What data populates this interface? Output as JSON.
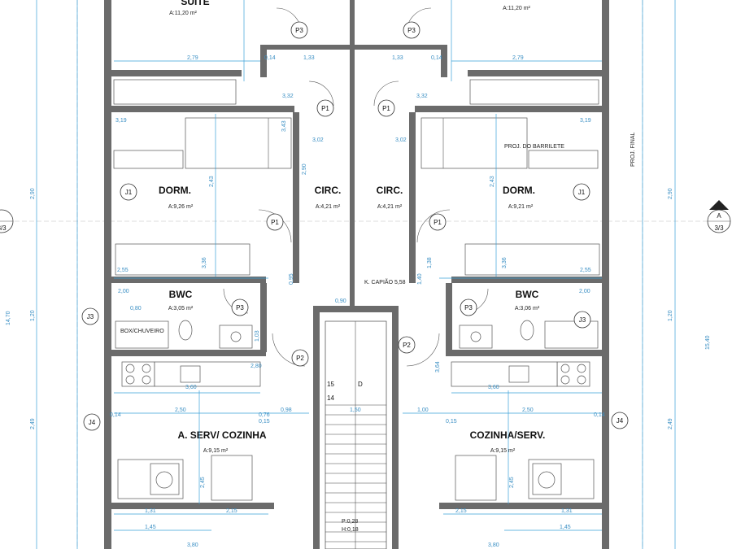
{
  "rooms": {
    "suite_left_area": "A:11,20 m²",
    "suite_right_area": "A:11,20 m²",
    "suite_left_name": "SUITE",
    "dorm_left": {
      "name": "DORM.",
      "area": "A:9,26 m²"
    },
    "dorm_right": {
      "name": "DORM.",
      "area": "A:9,21 m²"
    },
    "circ_left": {
      "name": "CIRC.",
      "area": "A:4,21 m²"
    },
    "circ_right": {
      "name": "CIRC.",
      "area": "A:4,21 m²"
    },
    "bwc_left": {
      "name": "BWC",
      "area": "A:3,05 m²"
    },
    "bwc_right": {
      "name": "BWC",
      "area": "A:3,06 m²"
    },
    "kitchen_left": {
      "name": "A. SERV/ COZINHA",
      "area": "A:9,15 m²"
    },
    "kitchen_right": {
      "name": "COZINHA/SERV.",
      "area": "A:9,15 m²"
    }
  },
  "tags": {
    "p1": "P1",
    "p2": "P2",
    "p3": "P3",
    "j1": "J1",
    "j3": "J3",
    "j4": "J4",
    "section_letter": "A",
    "section_sheet": "3/3"
  },
  "notes": {
    "proj_barrilete": "PROJ. DO BARRILETE",
    "proj_final": "PROJ. FINAL",
    "shower": "BOX/CHUVEIRO",
    "capiao": "K. CAPIÃO 5,58",
    "stair_top": "15",
    "stair_d": "D",
    "stair_14": "14",
    "stair_p": "P:0,28",
    "stair_h": "H:0,18"
  },
  "dims": {
    "d279": "2,79",
    "d014": "0,14",
    "d133": "1,33",
    "d015": "0,15",
    "d302": "3,02",
    "d332": "3,32",
    "d319": "3,19",
    "d343": "3,43",
    "d290": "2,90",
    "d243": "2,43",
    "d255": "2,55",
    "d200": "2,00",
    "d336": "3,36",
    "d080": "0,80",
    "d120": "1,20",
    "d360": "3,60",
    "d250": "2,50",
    "d100": "1,00",
    "d245": "2,45",
    "d249": "2,49",
    "d215": "2,15",
    "d131": "1,31",
    "d145": "1,45",
    "d076": "0,76",
    "d380": "3,80",
    "d1470": "14,70",
    "d1540": "15,40",
    "d095": "0,95",
    "d364": "3,64",
    "d138": "1,38",
    "d103": "1,03",
    "d140": "1,40",
    "d090": "0,90",
    "d150": "1,50",
    "d098": "0,98",
    "d280": "2,80"
  }
}
